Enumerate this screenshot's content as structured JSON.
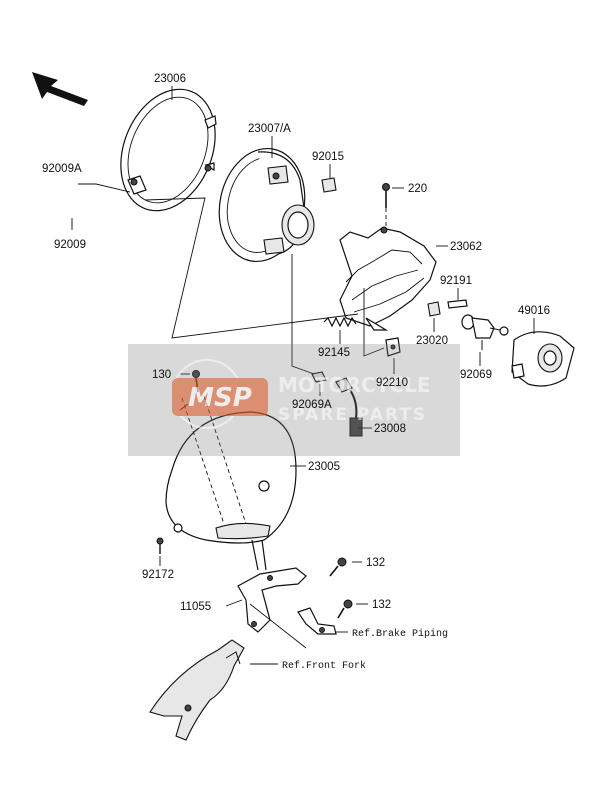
{
  "diagram": {
    "part_labels": {
      "p23006": "23006",
      "p23007A": "23007/A",
      "p92015": "92015",
      "p220": "220",
      "p92009A": "92009A",
      "p92009": "92009",
      "p23062": "23062",
      "p92191": "92191",
      "p49016": "49016",
      "p92145": "92145",
      "p23020": "23020",
      "p92210": "92210",
      "p92069": "92069",
      "p130": "130",
      "p92069A": "92069A",
      "p23008": "23008",
      "p23005": "23005",
      "p92172": "92172",
      "p132a": "132",
      "p132b": "132",
      "p11055": "11055"
    },
    "references": {
      "brake_piping": "Ref.Brake Piping",
      "front_fork": "Ref.Front Fork"
    }
  },
  "watermark": {
    "badge_text": "MSP",
    "line1": "MOTORCYCLE",
    "line2": "SPARE PARTS",
    "badge_color": "#e0521f"
  }
}
